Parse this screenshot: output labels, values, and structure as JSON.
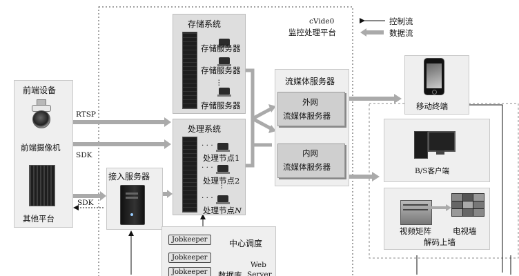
{
  "platform": {
    "name": "cVide0",
    "subtitle": "监控处理平台"
  },
  "legend": {
    "control": "控制流",
    "data": "数据流"
  },
  "storage": {
    "title": "存储系统",
    "servers": [
      "存储服务器",
      "存储服务器",
      "存储服务器"
    ]
  },
  "processing": {
    "title": "处理系统",
    "nodes": [
      "处理节点1",
      "处理节点2",
      "处理节点"
    ],
    "last_node_var": "N"
  },
  "streaming": {
    "title": "流媒体服务器",
    "external": [
      "外网",
      "流媒体服务器"
    ],
    "internal": [
      "内网",
      "流媒体服务器"
    ]
  },
  "front": {
    "title": "前端设备",
    "camera": "前端摄像机",
    "other": "其他平台"
  },
  "access": {
    "title": "接入服务器"
  },
  "center": {
    "title": "中心调度",
    "jobkeepers": [
      "Jobkeeper",
      "Jobkeeper",
      "Jobkeeper"
    ],
    "web": [
      "Web",
      "Server"
    ],
    "db": "数据库"
  },
  "links": {
    "rtsp": "RTSP",
    "sdk1": "SDK",
    "sdk2": "SDK"
  },
  "clients": {
    "mobile": "移动终端",
    "bs": "B/S客户端",
    "matrix": "视频矩阵",
    "decode": "解码上墙",
    "tvwall": "电视墙"
  }
}
